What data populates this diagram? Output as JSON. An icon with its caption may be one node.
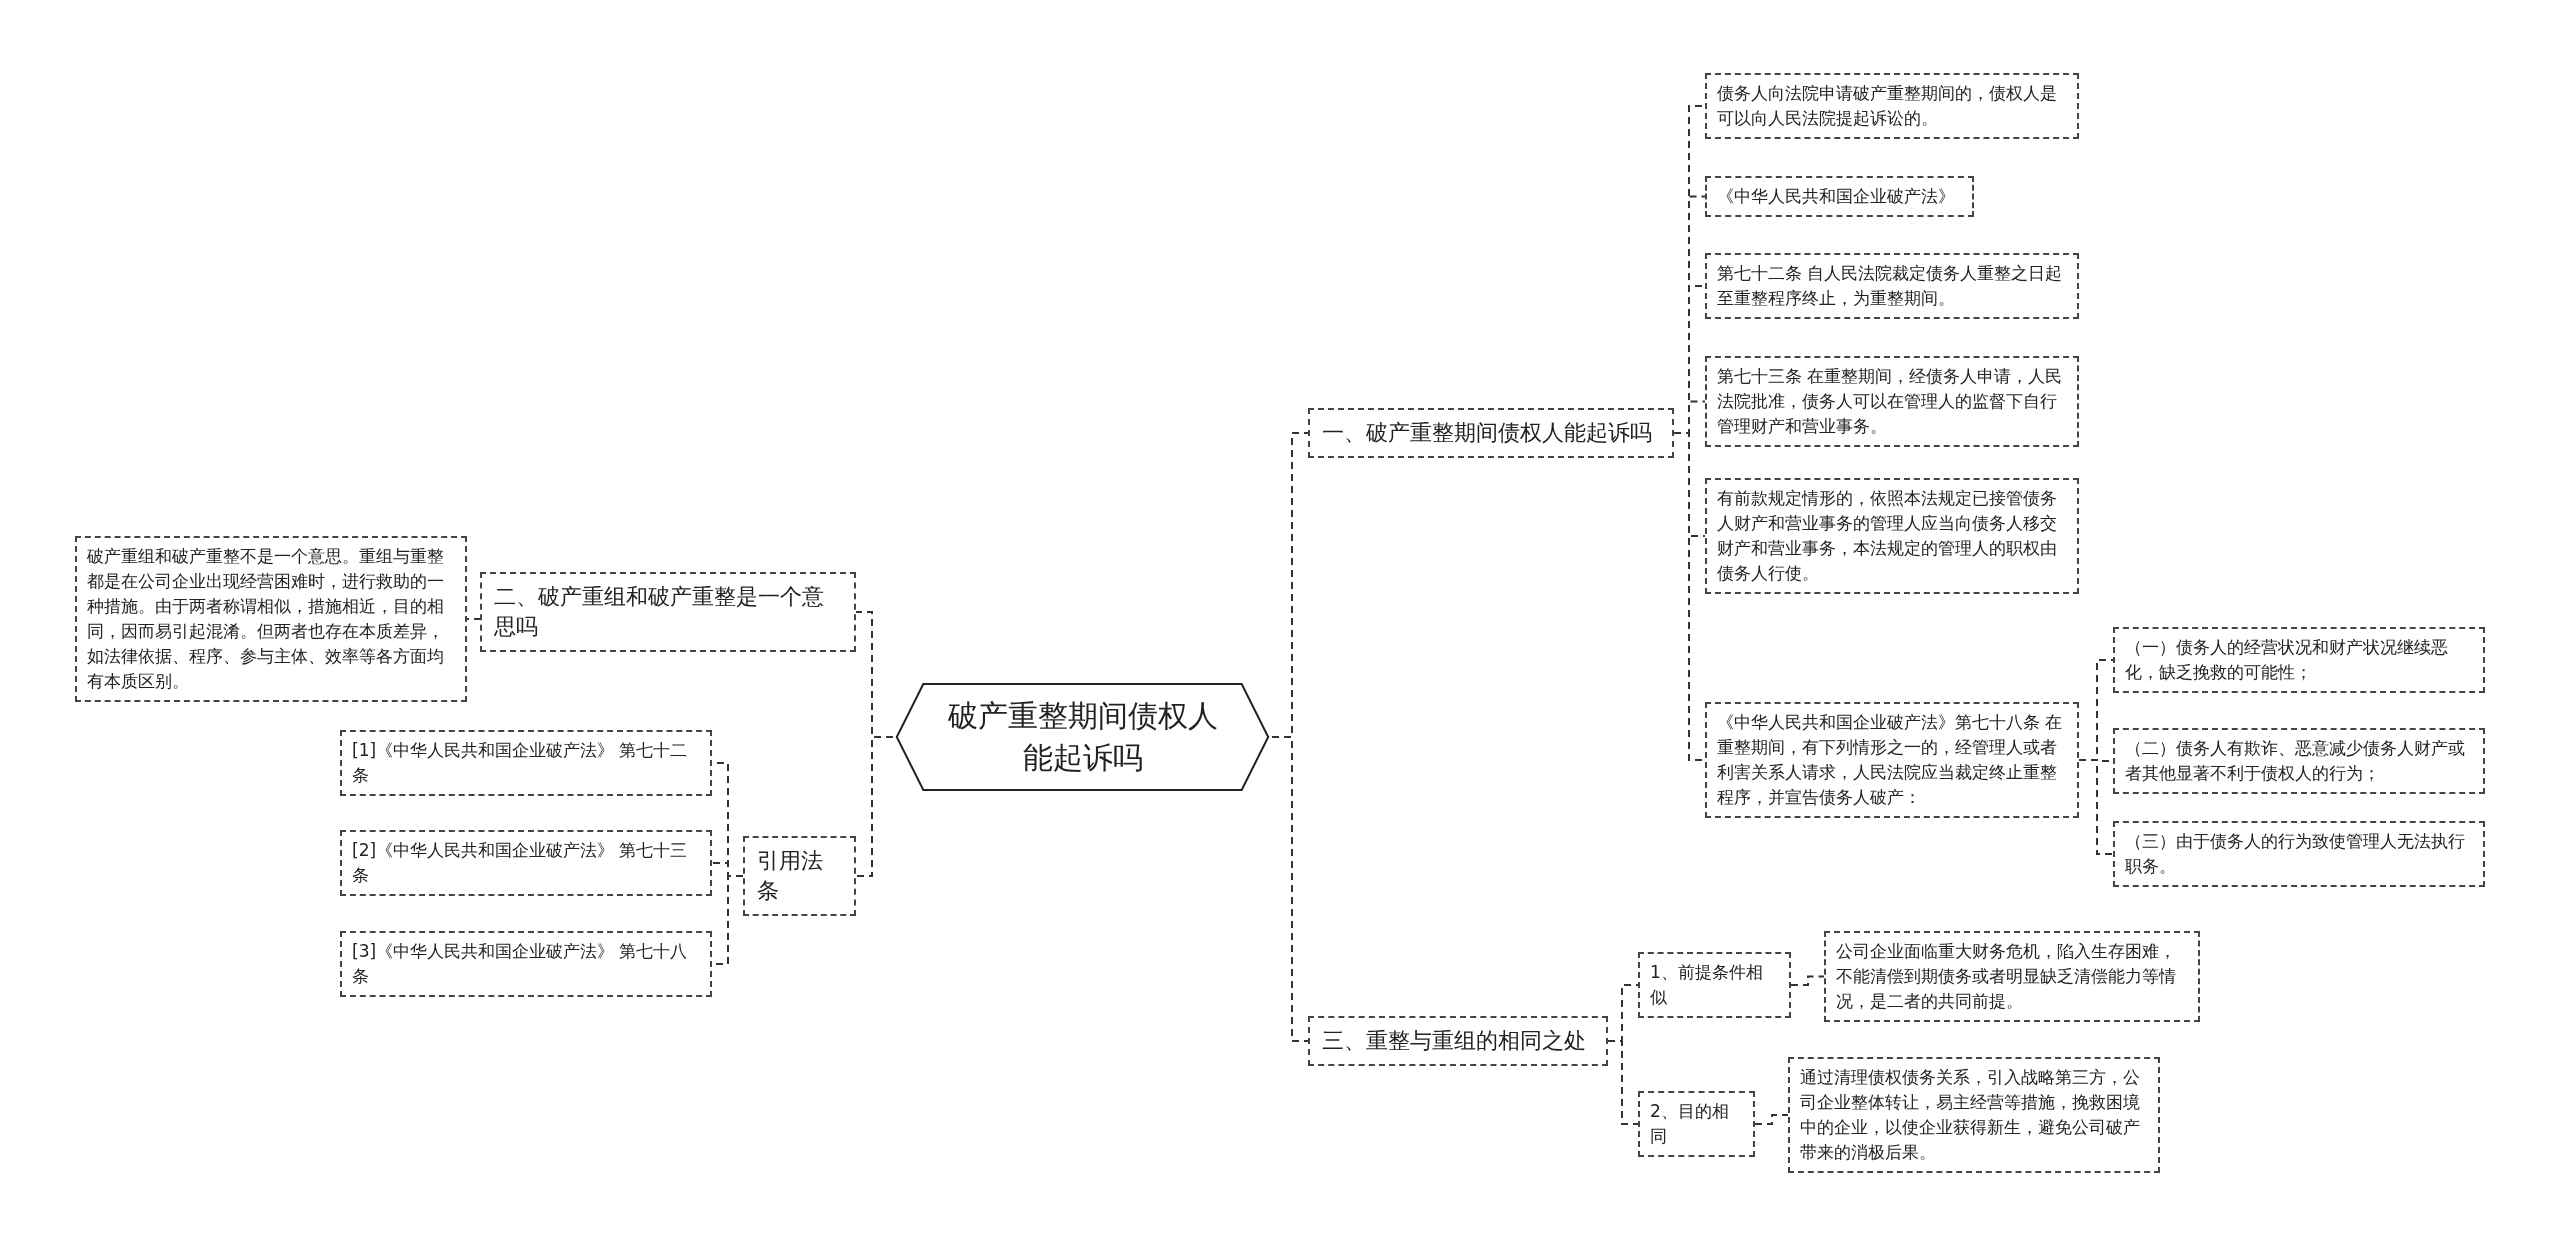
{
  "diagram": {
    "nodes": [
      {
        "text": [
          "破产重整期间债权人能起诉吗"
        ]
      },
      {
        "text": [
          "一、破产重整期间债权人能起诉吗"
        ]
      },
      {
        "text": [
          "债务人向法院申请破产重整期间的，债权人是可以向人民法院提起诉讼的。"
        ]
      },
      {
        "text": [
          "《中华人民共和国企业破产法》"
        ]
      },
      {
        "text": [
          "第七十二条 自人民法院裁定债务人重整之日起至重整程序终止，为重整期间。"
        ]
      },
      {
        "text": [
          "第七十三条 在重整期间，经债务人申请，人民法院批准，债务人可以在管理人的监督下自行管理财产和营业事务。"
        ]
      },
      {
        "text": [
          "有前款规定情形的，依照本法规定已接管债务人财产和营业事务的管理人应当向债务人移交财产和营业事务，本法规定的管理人的职权由债务人行使。"
        ]
      },
      {
        "text": [
          "《中华人民共和国企业破产法》第七十八条 在重整期间，有下列情形之一的，经管理人或者利害关系人请求，人民法院应当裁定终止重整程序，并宣告债务人破产："
        ]
      },
      {
        "text": [
          "（一）债务人的经营状况和财产状况继续恶化，缺乏挽救的可能性；"
        ]
      },
      {
        "text": [
          "（二）债务人有欺诈、恶意减少债务人财产或者其他显著不利于债权人的行为；"
        ]
      },
      {
        "text": [
          "（三）由于债务人的行为致使管理人无法执行职务。"
        ]
      },
      {
        "text": [
          "三、重整与重组的相同之处"
        ]
      },
      {
        "text": [
          "1、前提条件相似"
        ]
      },
      {
        "text": [
          "公司企业面临重大财务危机，陷入生存困难，不能清偿到期债务或者明显缺乏清偿能力等情况，是二者的共同前提。"
        ]
      },
      {
        "text": [
          "2、目的相同"
        ]
      },
      {
        "text": [
          "通过清理债权债务关系，引入战略第三方，公司企业整体转让，易主经营等措施，挽救困境中的企业，以使企业获得新生，避免公司破产带来的消极后果。"
        ]
      },
      {
        "text": [
          "二、破产重组和破产重整是一个意思吗"
        ]
      },
      {
        "text": [
          "破产重组和破产重整不是一个意思。重组与重整都是在公司企业出现经营困难时，进行救助的一种措施。由于两者称谓相似，措施相近，目的相同，因而易引起混淆。但两者也存在本质差异，如法律依据、程序、参与主体、效率等各方面均有本质区别。"
        ]
      },
      {
        "text": [
          "引用法条"
        ]
      },
      {
        "text": [
          "[1]《中华人民共和国企业破产法》 第七十二条"
        ]
      },
      {
        "text": [
          "[2]《中华人民共和国企业破产法》 第七十三条"
        ]
      },
      {
        "text": [
          "[3]《中华人民共和国企业破产法》 第七十八条"
        ]
      }
    ],
    "edges": [
      {
        "from": 0,
        "to": 1,
        "arrow": "none"
      },
      {
        "from": 1,
        "to": 2,
        "arrow": "none"
      },
      {
        "from": 1,
        "to": 3,
        "arrow": "none"
      },
      {
        "from": 1,
        "to": 4,
        "arrow": "none"
      },
      {
        "from": 1,
        "to": 5,
        "arrow": "none"
      },
      {
        "from": 1,
        "to": 6,
        "arrow": "none"
      },
      {
        "from": 1,
        "to": 7,
        "arrow": "none"
      },
      {
        "from": 7,
        "to": 8,
        "arrow": "none"
      },
      {
        "from": 7,
        "to": 9,
        "arrow": "none"
      },
      {
        "from": 7,
        "to": 10,
        "arrow": "none"
      },
      {
        "from": 0,
        "to": 11,
        "arrow": "none"
      },
      {
        "from": 11,
        "to": 12,
        "arrow": "none"
      },
      {
        "from": 12,
        "to": 13,
        "arrow": "none"
      },
      {
        "from": 11,
        "to": 14,
        "arrow": "none"
      },
      {
        "from": 14,
        "to": 15,
        "arrow": "none"
      },
      {
        "from": 0,
        "to": 16,
        "arrow": "none"
      },
      {
        "from": 16,
        "to": 17,
        "arrow": "none"
      },
      {
        "from": 0,
        "to": 18,
        "arrow": "none"
      },
      {
        "from": 18,
        "to": 19,
        "arrow": "none"
      },
      {
        "from": 18,
        "to": 20,
        "arrow": "none"
      },
      {
        "from": 18,
        "to": 21,
        "arrow": "none"
      }
    ]
  }
}
